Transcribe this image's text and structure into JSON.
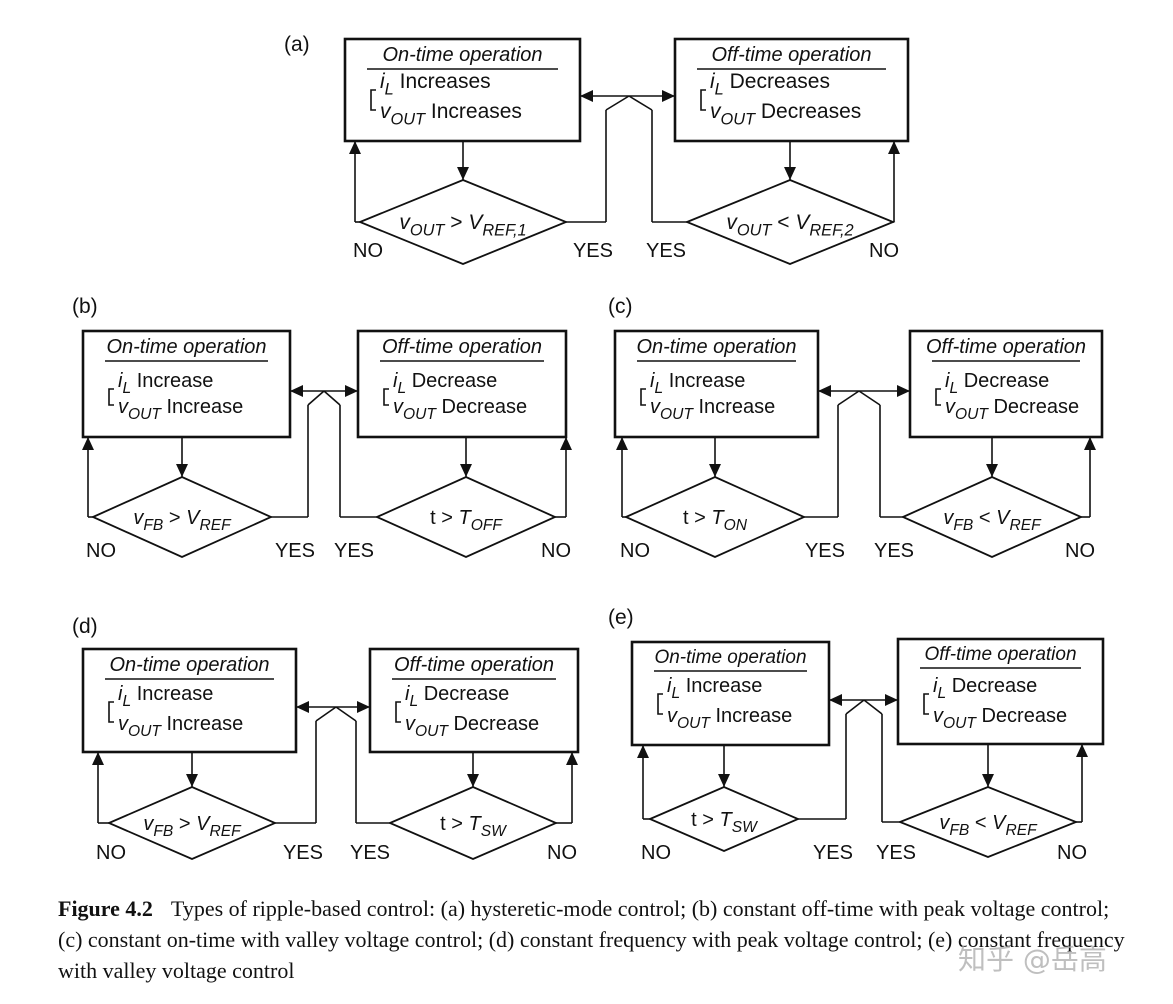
{
  "panels": [
    {
      "label": "(a)",
      "on_box": {
        "title": "On-time operation",
        "line1": [
          "i",
          "L",
          " Increases"
        ],
        "line2": [
          "v",
          "OUT",
          " Increases"
        ]
      },
      "off_box": {
        "title": "Off-time operation",
        "line1": [
          "i",
          "L",
          " Decreases"
        ],
        "line2": [
          "v",
          "OUT",
          " Decreases"
        ]
      },
      "left_diamond": [
        "v",
        "OUT",
        " > ",
        "V",
        "REF,1"
      ],
      "right_diamond": [
        "v",
        "OUT",
        " < ",
        "V",
        "REF,2"
      ],
      "labels": {
        "left_no": "NO",
        "left_yes": "YES",
        "right_yes": "YES",
        "right_no": "NO"
      }
    },
    {
      "label": "(b)",
      "on_box": {
        "title": "On-time operation",
        "line1": [
          "i",
          "L",
          " Increase"
        ],
        "line2": [
          "v",
          "OUT",
          " Increase"
        ]
      },
      "off_box": {
        "title": "Off-time operation",
        "line1": [
          "i",
          "L",
          " Decrease"
        ],
        "line2": [
          "v",
          "OUT",
          " Decrease"
        ]
      },
      "left_diamond": [
        "v",
        "FB",
        " > ",
        "V",
        "REF"
      ],
      "right_diamond": [
        "",
        "",
        "t > ",
        "T",
        "OFF"
      ],
      "labels": {
        "left_no": "NO",
        "left_yes": "YES",
        "right_yes": "YES",
        "right_no": "NO"
      }
    },
    {
      "label": "(c)",
      "on_box": {
        "title": "On-time operation",
        "line1": [
          "i",
          "L",
          " Increase"
        ],
        "line2": [
          "v",
          "OUT",
          " Increase"
        ]
      },
      "off_box": {
        "title": "Off-time operation",
        "line1": [
          "i",
          "L",
          " Decrease"
        ],
        "line2": [
          "v",
          "OUT",
          " Decrease"
        ]
      },
      "left_diamond": [
        "",
        "",
        "t > ",
        "T",
        "ON"
      ],
      "right_diamond": [
        "v",
        "FB",
        " < ",
        "V",
        "REF"
      ],
      "labels": {
        "left_no": "NO",
        "left_yes": "YES",
        "right_yes": "YES",
        "right_no": "NO"
      }
    },
    {
      "label": "(d)",
      "on_box": {
        "title": "On-time operation",
        "line1": [
          "i",
          "L",
          " Increase"
        ],
        "line2": [
          "v",
          "OUT",
          " Increase"
        ]
      },
      "off_box": {
        "title": "Off-time operation",
        "line1": [
          "i",
          "L",
          " Decrease"
        ],
        "line2": [
          "v",
          "OUT",
          " Decrease"
        ]
      },
      "left_diamond": [
        "v",
        "FB",
        " > ",
        "V",
        "REF"
      ],
      "right_diamond": [
        "",
        "",
        "t > ",
        "T",
        "SW"
      ],
      "labels": {
        "left_no": "NO",
        "left_yes": "YES",
        "right_yes": "YES",
        "right_no": "NO"
      }
    },
    {
      "label": "(e)",
      "on_box": {
        "title": "On-time operation",
        "line1": [
          "i",
          "L",
          " Increase"
        ],
        "line2": [
          "v",
          "OUT",
          " Increase"
        ]
      },
      "off_box": {
        "title": "Off-time operation",
        "line1": [
          "i",
          "L",
          " Decrease"
        ],
        "line2": [
          "v",
          "OUT",
          " Decrease"
        ]
      },
      "left_diamond": [
        "",
        "",
        "t > ",
        "T",
        "SW"
      ],
      "right_diamond": [
        "v",
        "FB",
        " < ",
        "V",
        "REF"
      ],
      "labels": {
        "left_no": "NO",
        "left_yes": "YES",
        "right_yes": "YES",
        "right_no": "NO"
      }
    }
  ],
  "caption": {
    "label": "Figure 4.2",
    "text": "Types of ripple-based control: (a) hysteretic-mode control; (b) constant off-time with peak voltage control; (c) constant on-time with valley voltage control; (d) constant frequency with peak voltage control; (e) constant frequency with valley voltage control"
  },
  "watermark": "知乎 @岳高"
}
